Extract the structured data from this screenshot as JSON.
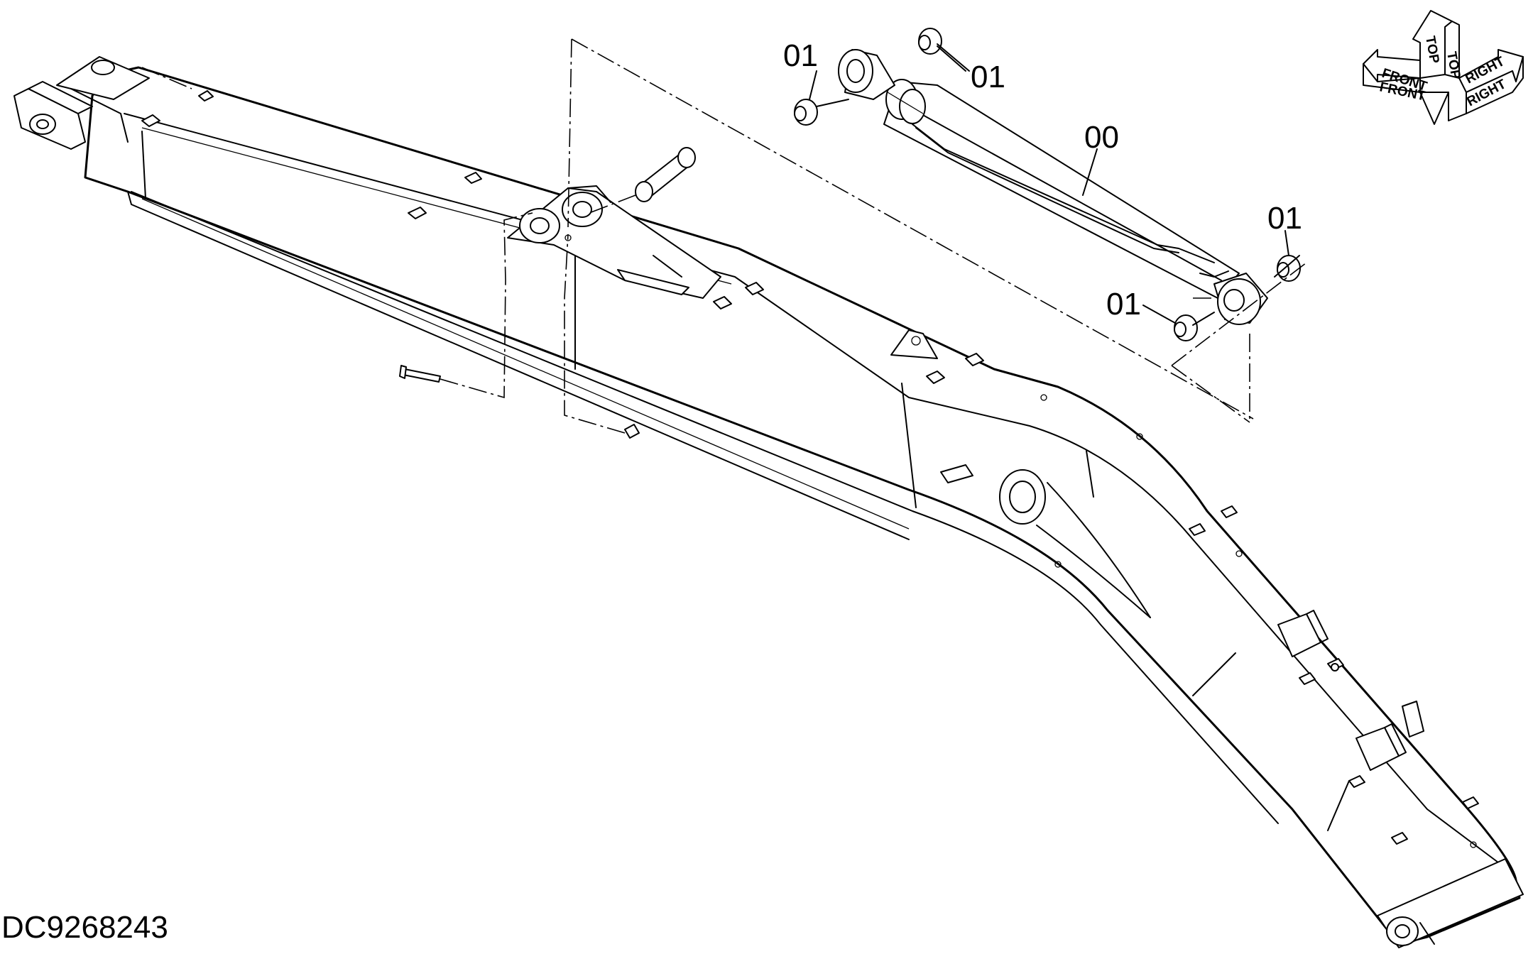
{
  "drawing": {
    "id": "DC9268243",
    "callouts": {
      "cylinder": "00",
      "bushing_top_left": "01",
      "bushing_top_right": "01",
      "bushing_right_upper": "01",
      "bushing_right_lower": "01"
    },
    "orientation": {
      "front": "FRONT",
      "front_top_face": "FRONT",
      "top": "TOP",
      "top_face": "TOP",
      "right": "RIGHT",
      "right_top_face": "RIGHT"
    }
  }
}
